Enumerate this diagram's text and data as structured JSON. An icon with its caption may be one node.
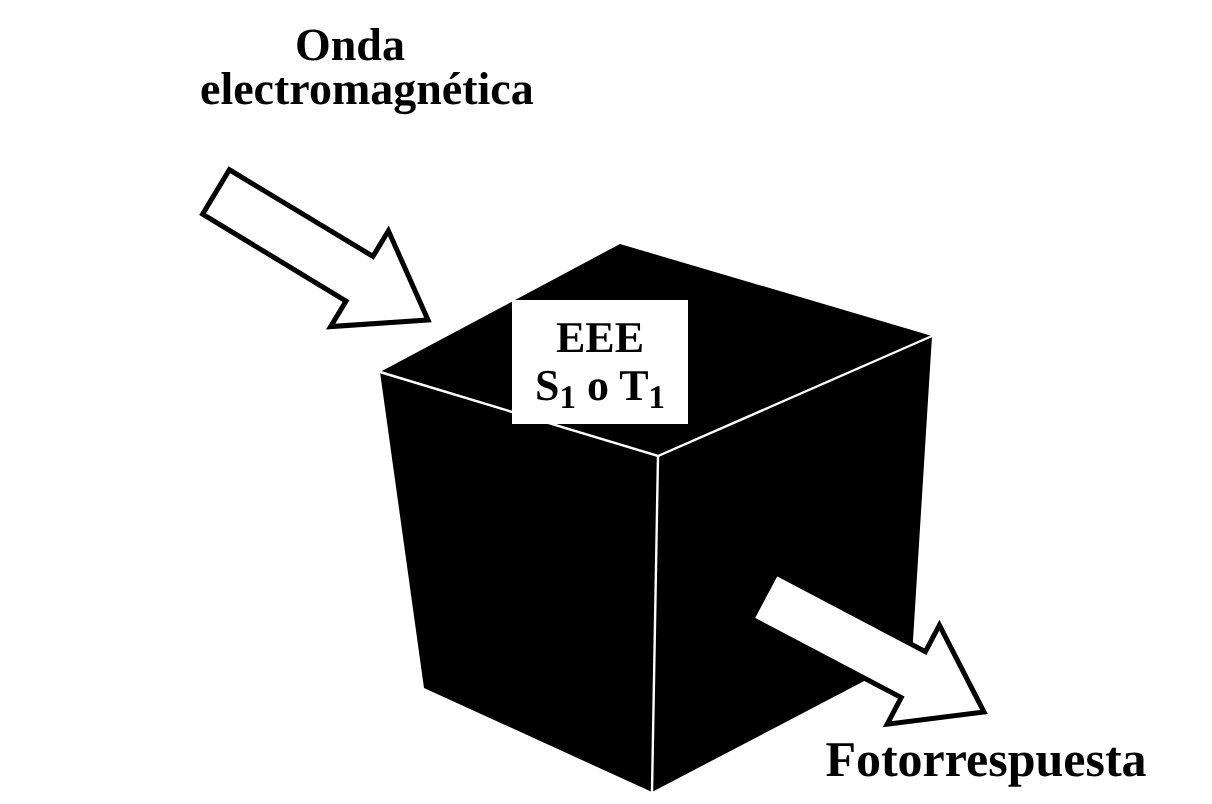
{
  "diagram": {
    "nodes": [
      {
        "text": [
          "Onda electromagnética"
        ]
      },
      {
        "text": [
          "EEE",
          "S$_{1}$ o T$_{1}$"
        ]
      },
      {
        "text": [
          "Fotorrespuesta"
        ]
      }
    ],
    "edges": [
      {
        "from": 0,
        "to": 1,
        "arrow": "to"
      },
      {
        "from": 1,
        "to": 2,
        "arrow": "to"
      }
    ]
  }
}
